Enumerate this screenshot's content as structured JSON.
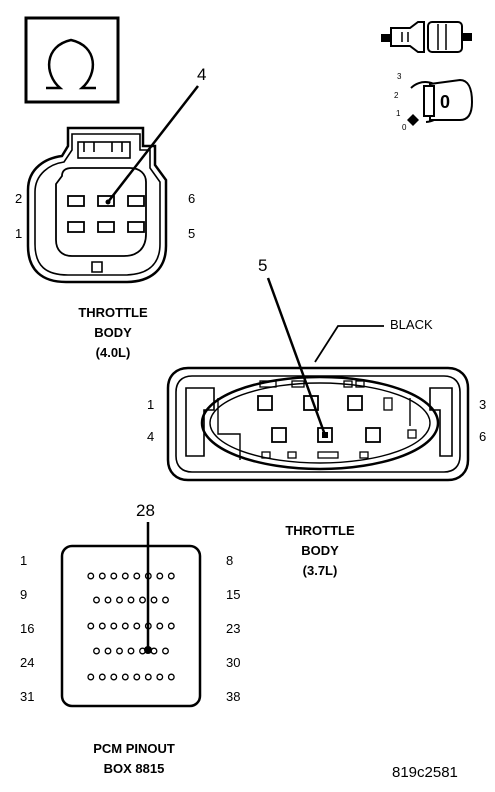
{
  "throttle_body_40": {
    "callout": "4",
    "left_pins": [
      "2",
      "1"
    ],
    "right_pins": [
      "6",
      "5"
    ],
    "caption": [
      "THROTTLE",
      "BODY",
      "(4.0L)"
    ]
  },
  "throttle_body_37": {
    "callout": "5",
    "color_label": "BLACK",
    "left_pins": [
      "1",
      "4"
    ],
    "right_pins": [
      "3",
      "6"
    ],
    "caption": [
      "THROTTLE",
      "BODY",
      "(3.7L)"
    ]
  },
  "pcm_box": {
    "callout": "28",
    "row_left": [
      "1",
      "9",
      "16",
      "24",
      "31"
    ],
    "row_right": [
      "8",
      "15",
      "23",
      "30",
      "38"
    ],
    "caption": [
      "PCM PINOUT",
      "BOX 8815"
    ]
  },
  "indicator": {
    "ignition_positions": [
      "3",
      "2",
      "1",
      "0"
    ],
    "key_value": "0"
  },
  "figure_id": "819c2581"
}
